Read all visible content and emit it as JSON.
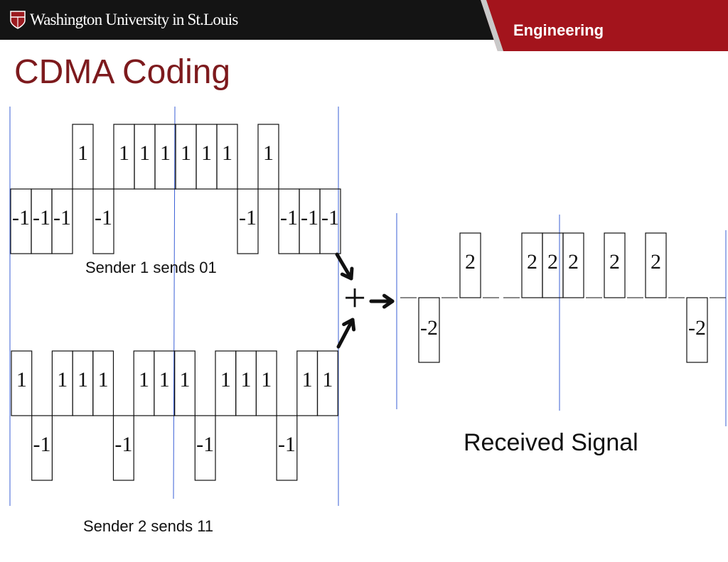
{
  "header": {
    "university": "Washington University in St.Louis",
    "department": "Engineering",
    "bar_color": "#141414",
    "accent_color": "#a3141c"
  },
  "title": "CDMA Coding",
  "sender1": {
    "caption": "Sender 1 sends 01",
    "chips": [
      -1,
      -1,
      -1,
      1,
      -1,
      1,
      1,
      1,
      1,
      1,
      1,
      -1,
      1,
      -1,
      -1,
      -1
    ]
  },
  "sender2": {
    "caption": "Sender 2 sends 11",
    "chips": [
      1,
      -1,
      1,
      1,
      1,
      -1,
      1,
      1,
      1,
      -1,
      1,
      1,
      1,
      -1,
      1,
      1
    ]
  },
  "plus_symbol": "+",
  "received": {
    "caption": "Received Signal",
    "chips": [
      0,
      -2,
      0,
      2,
      0,
      0,
      2,
      2,
      2,
      0,
      2,
      0,
      2,
      0,
      -2,
      0
    ]
  }
}
